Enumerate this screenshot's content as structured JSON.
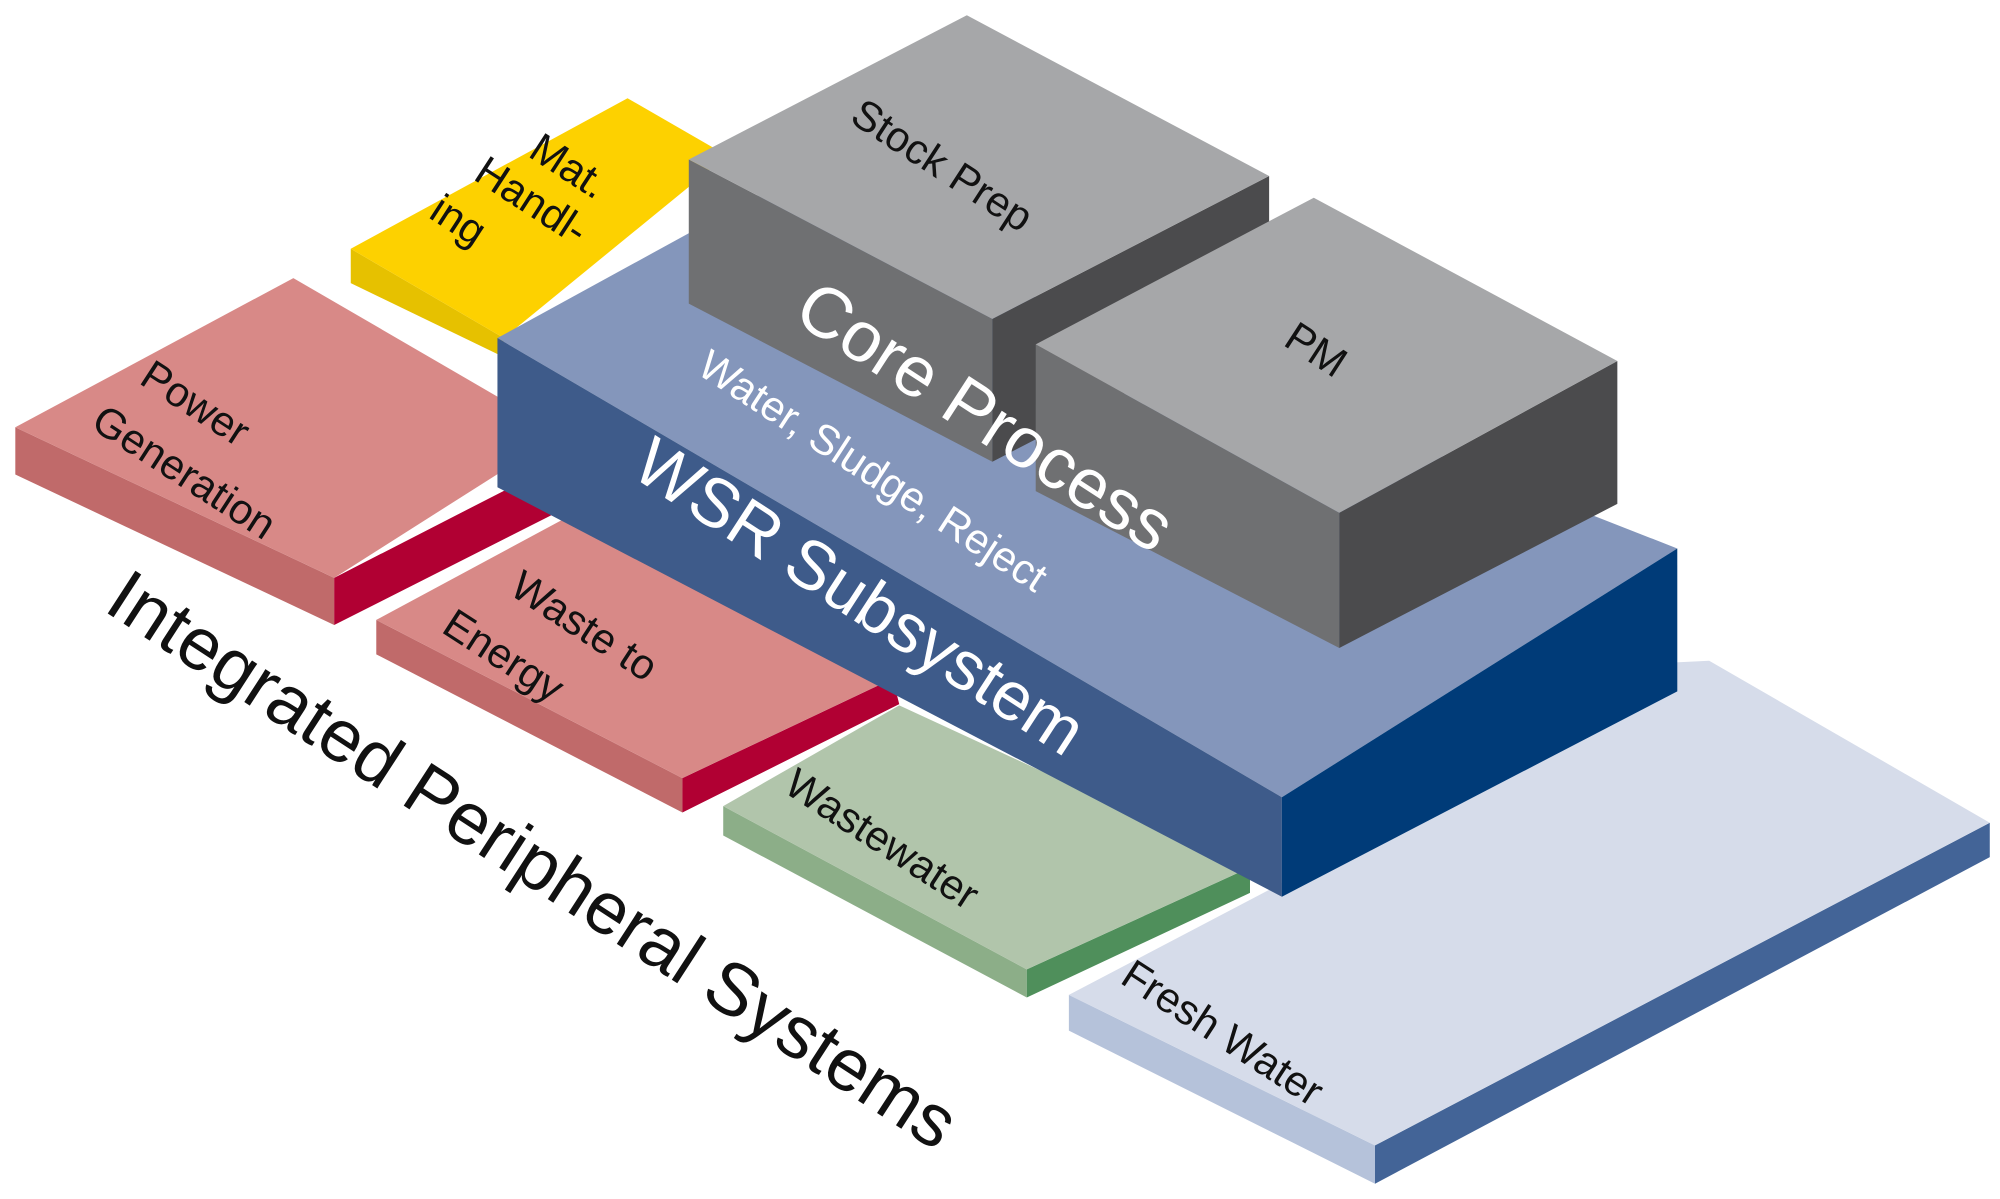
{
  "title": "Integrated Peripheral Systems",
  "core": {
    "label": "Core Process",
    "blocks": [
      {
        "id": "stock-prep",
        "label": "Stock Prep"
      },
      {
        "id": "pm",
        "label": "PM"
      }
    ]
  },
  "subsystem": {
    "label": "WSR Subsystem",
    "sublabel": "Water, Sludge, Reject"
  },
  "peripherals": [
    {
      "id": "mat-handling",
      "lines": [
        "Mat.",
        "Handl-",
        "ing"
      ]
    },
    {
      "id": "power-generation",
      "lines": [
        "Power",
        "Generation"
      ]
    },
    {
      "id": "waste-to-energy",
      "lines": [
        "Waste to",
        "Energy"
      ]
    },
    {
      "id": "wastewater",
      "lines": [
        "Wastewater"
      ]
    },
    {
      "id": "fresh-water",
      "lines": [
        "Fresh Water"
      ]
    }
  ],
  "colors": {
    "yellow_top": "#FDD100",
    "yellow_side": "#E6C100",
    "pink_top": "#D88987",
    "pink_side": "#C06A6A",
    "crimson_side": "#B10033",
    "green_top": "#B1C5AB",
    "green_side_left": "#8CAE88",
    "green_side_right": "#4F8F5B",
    "fresh_top": "#D6DCEA",
    "fresh_side_left": "#B5C2DA",
    "fresh_side_right": "#436497",
    "wsr_top": "#8496BB",
    "wsr_front": "#3E5B8A",
    "wsr_right": "#003B78",
    "grey_top": "#A6A7A9",
    "grey_front": "#6F7072",
    "grey_right": "#4B4B4D"
  }
}
